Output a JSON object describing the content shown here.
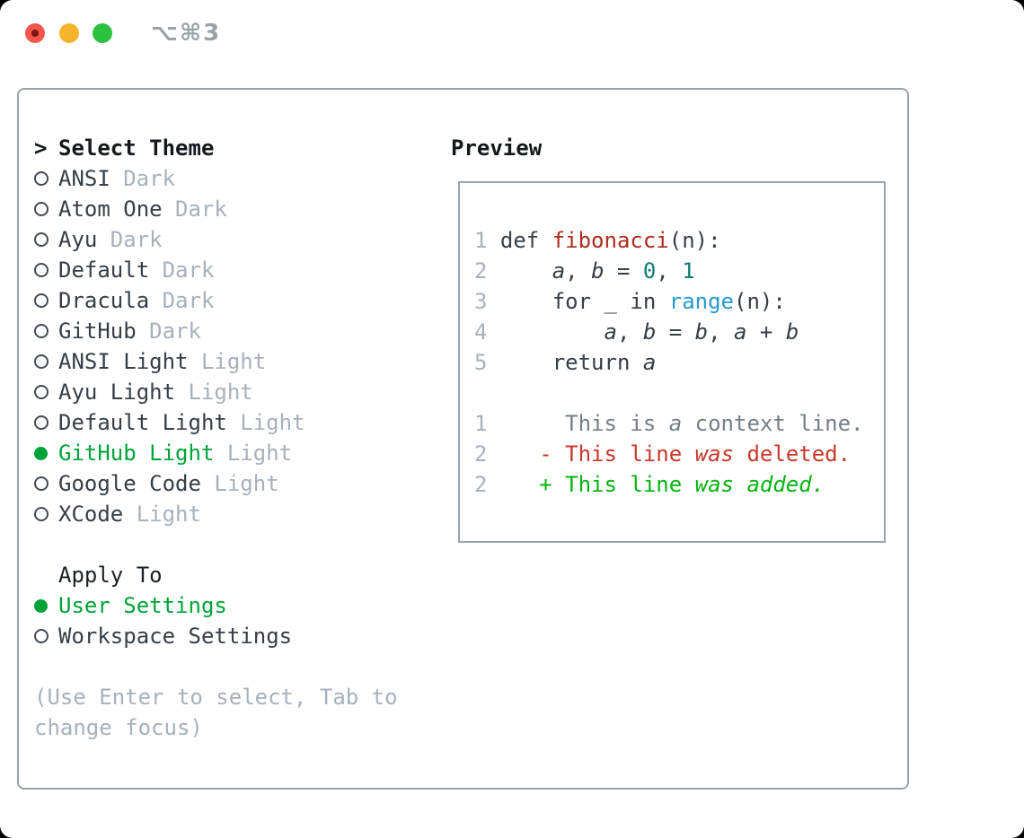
{
  "window": {
    "shortcut": "⌥⌘3",
    "traffic_lights": [
      "close",
      "minimize",
      "zoom"
    ]
  },
  "theme_picker": {
    "prompt": ">",
    "title": "Select Theme",
    "themes": [
      {
        "name": "ANSI",
        "variant": "Dark",
        "selected": false
      },
      {
        "name": "Atom One",
        "variant": "Dark",
        "selected": false
      },
      {
        "name": "Ayu",
        "variant": "Dark",
        "selected": false
      },
      {
        "name": "Default",
        "variant": "Dark",
        "selected": false
      },
      {
        "name": "Dracula",
        "variant": "Dark",
        "selected": false
      },
      {
        "name": "GitHub",
        "variant": "Dark",
        "selected": false
      },
      {
        "name": "ANSI Light",
        "variant": "Light",
        "selected": false
      },
      {
        "name": "Ayu Light",
        "variant": "Light",
        "selected": false
      },
      {
        "name": "Default Light",
        "variant": "Light",
        "selected": false
      },
      {
        "name": "GitHub Light",
        "variant": "Light",
        "selected": true
      },
      {
        "name": "Google Code",
        "variant": "Light",
        "selected": false
      },
      {
        "name": "XCode",
        "variant": "Light",
        "selected": false
      }
    ],
    "apply_to": {
      "title": "Apply To",
      "options": [
        {
          "name": "User Settings",
          "selected": true
        },
        {
          "name": "Workspace Settings",
          "selected": false
        }
      ]
    },
    "hint": "(Use Enter to select, Tab to change focus)"
  },
  "preview": {
    "title": "Preview",
    "lines": [
      {
        "segments": [
          {
            "t": "1",
            "s": "ln"
          },
          {
            "t": " def ",
            "s": "pl"
          },
          {
            "t": "fibonacci",
            "s": "fn"
          },
          {
            "t": "(n):",
            "s": "pl"
          }
        ]
      },
      {
        "segments": [
          {
            "t": "2",
            "s": "ln"
          },
          {
            "t": "     ",
            "s": "pl"
          },
          {
            "t": "a",
            "s": "pl-i"
          },
          {
            "t": ", ",
            "s": "pl"
          },
          {
            "t": "b",
            "s": "pl-i"
          },
          {
            "t": " = ",
            "s": "pl"
          },
          {
            "t": "0",
            "s": "num"
          },
          {
            "t": ", ",
            "s": "pl"
          },
          {
            "t": "1",
            "s": "num"
          }
        ]
      },
      {
        "segments": [
          {
            "t": "3",
            "s": "ln"
          },
          {
            "t": "     for _ in ",
            "s": "pl"
          },
          {
            "t": "range",
            "s": "call"
          },
          {
            "t": "(n):",
            "s": "pl"
          }
        ]
      },
      {
        "segments": [
          {
            "t": "4",
            "s": "ln"
          },
          {
            "t": "         ",
            "s": "pl"
          },
          {
            "t": "a",
            "s": "pl-i"
          },
          {
            "t": ", ",
            "s": "pl"
          },
          {
            "t": "b",
            "s": "pl-i"
          },
          {
            "t": " = ",
            "s": "pl"
          },
          {
            "t": "b",
            "s": "pl-i"
          },
          {
            "t": ", ",
            "s": "pl"
          },
          {
            "t": "a",
            "s": "pl-i"
          },
          {
            "t": " + ",
            "s": "pl"
          },
          {
            "t": "b",
            "s": "pl-i"
          }
        ]
      },
      {
        "segments": [
          {
            "t": "5",
            "s": "ln"
          },
          {
            "t": "     return ",
            "s": "pl"
          },
          {
            "t": "a",
            "s": "pl-i"
          }
        ]
      },
      {
        "segments": []
      },
      {
        "segments": [
          {
            "t": "1",
            "s": "ln"
          },
          {
            "t": "      This is ",
            "s": "ctx"
          },
          {
            "t": "a",
            "s": "ctx-i"
          },
          {
            "t": " context line.",
            "s": "ctx"
          }
        ]
      },
      {
        "segments": [
          {
            "t": "2",
            "s": "ln"
          },
          {
            "t": "    ",
            "s": "pl"
          },
          {
            "t": "- This line ",
            "s": "del"
          },
          {
            "t": "was",
            "s": "del-i"
          },
          {
            "t": " deleted.",
            "s": "del"
          }
        ]
      },
      {
        "segments": [
          {
            "t": "2",
            "s": "ln"
          },
          {
            "t": "    ",
            "s": "pl"
          },
          {
            "t": "+ This line ",
            "s": "add"
          },
          {
            "t": "was",
            "s": "add-i"
          },
          {
            "t": " ",
            "s": "add"
          },
          {
            "t": "added.",
            "s": "add-i"
          }
        ]
      }
    ]
  },
  "colors": {
    "accent_green": "#00a338",
    "added_green": "#05b410",
    "deleted_red": "#c8392a",
    "function_red": "#ad2c1e",
    "literal_teal": "#0e7d74",
    "call_blue": "#2699cf",
    "border_gray": "#99a3ad",
    "muted_gray": "#a7b1bc",
    "text_dark": "#363e47",
    "traffic_red": "#f4544d",
    "traffic_yellow": "#f6b42d",
    "traffic_green": "#2cc13e"
  }
}
